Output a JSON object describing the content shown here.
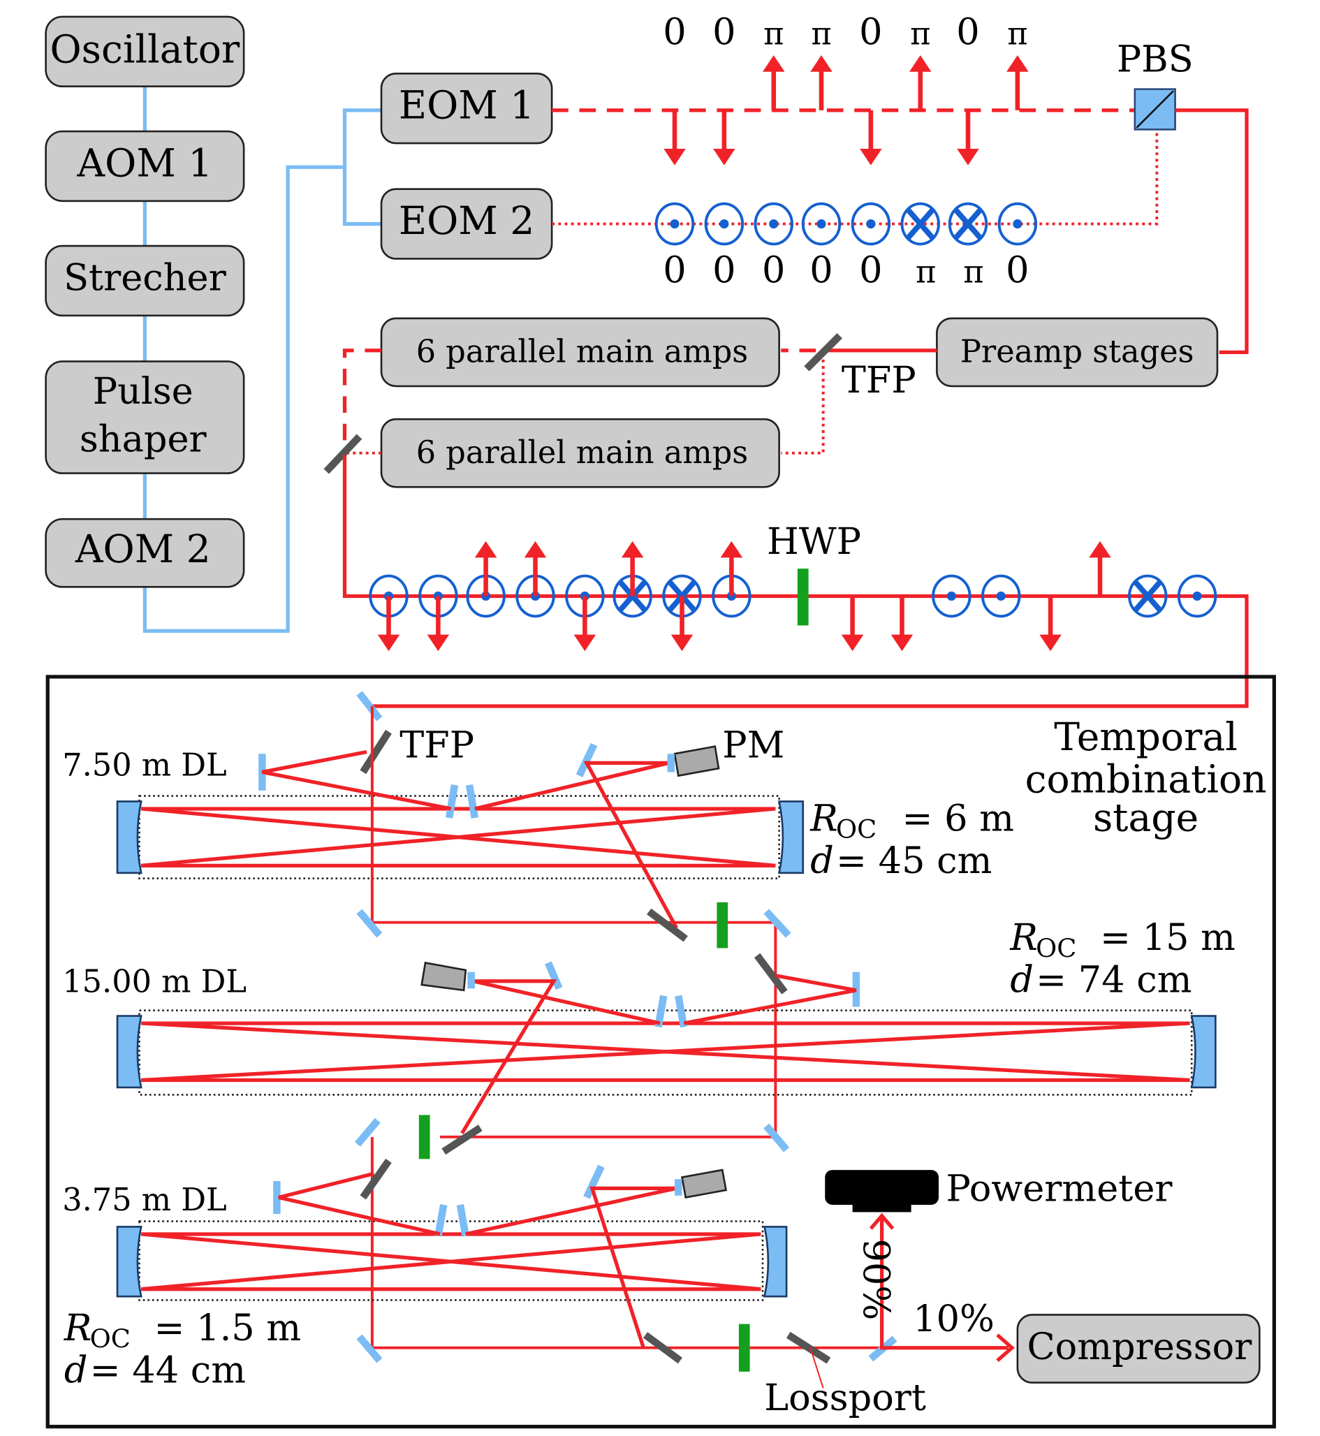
{
  "title": "Temporal pulse combination laser system schematic",
  "frontend_chain": {
    "boxes": [
      "Oscillator",
      "AOM 1",
      "Strecher",
      "Pulse",
      "shaper",
      "AOM 2"
    ]
  },
  "modulators": {
    "eom1": "EOM 1",
    "eom2": "EOM 2"
  },
  "phases": {
    "eom1_row": [
      "0",
      "0",
      "π",
      "π",
      "0",
      "π",
      "0",
      "π"
    ],
    "eom2_row": [
      "0",
      "0",
      "0",
      "0",
      "0",
      "π",
      "π",
      "0"
    ]
  },
  "polarization": {
    "eom2_states": [
      "dot",
      "dot",
      "dot",
      "dot",
      "dot",
      "cross",
      "cross",
      "dot"
    ],
    "eom1_arrows": [
      "down",
      "down",
      "up",
      "up",
      "down",
      "up",
      "down",
      "up"
    ],
    "combined_states": [
      "dot",
      "dot",
      "dot",
      "dot",
      "dot",
      "cross",
      "cross",
      "dot"
    ],
    "combined_arrows": [
      "down",
      "down",
      "up",
      "up",
      "down",
      "up",
      "down",
      "up"
    ],
    "after_hwp_arrows": [
      "down",
      "down",
      "down",
      "up"
    ],
    "after_hwp_states": [
      "dot",
      "dot",
      "cross",
      "dot"
    ]
  },
  "components": {
    "pbs": "PBS",
    "tfp": "TFP",
    "hwp": "HWP",
    "preamp": "Preamp stages",
    "main_amps_a": "6 parallel main amps",
    "main_amps_b": "6 parallel main amps"
  },
  "stage": {
    "title_lines": [
      "Temporal",
      "combination",
      "stage"
    ],
    "tfp": "TFP",
    "pm": "PM",
    "delay_lines": [
      {
        "label": "7.50 m DL",
        "roc_label": "R",
        "roc_sub": "OC",
        "roc_value": "= 6 m",
        "d_label": "d",
        "d_value": "= 45 cm"
      },
      {
        "label": "15.00 m DL",
        "roc_label": "R",
        "roc_sub": "OC",
        "roc_value": "= 15 m",
        "d_label": "d",
        "d_value": "= 74 cm"
      },
      {
        "label": "3.75 m DL",
        "roc_label": "R",
        "roc_sub": "OC",
        "roc_value": "= 1.5 m",
        "d_label": "d",
        "d_value": "= 44 cm"
      }
    ],
    "powermeter": "Powermeter",
    "split_90": "90%",
    "split_10": "10%",
    "lossport": "Lossport",
    "compressor": "Compressor"
  },
  "colors": {
    "beam": "#f02228",
    "fiber": "#7bbcf4",
    "polarization": "#1560d0",
    "waveplate": "#14a01e",
    "box_fill": "#cccccc"
  }
}
